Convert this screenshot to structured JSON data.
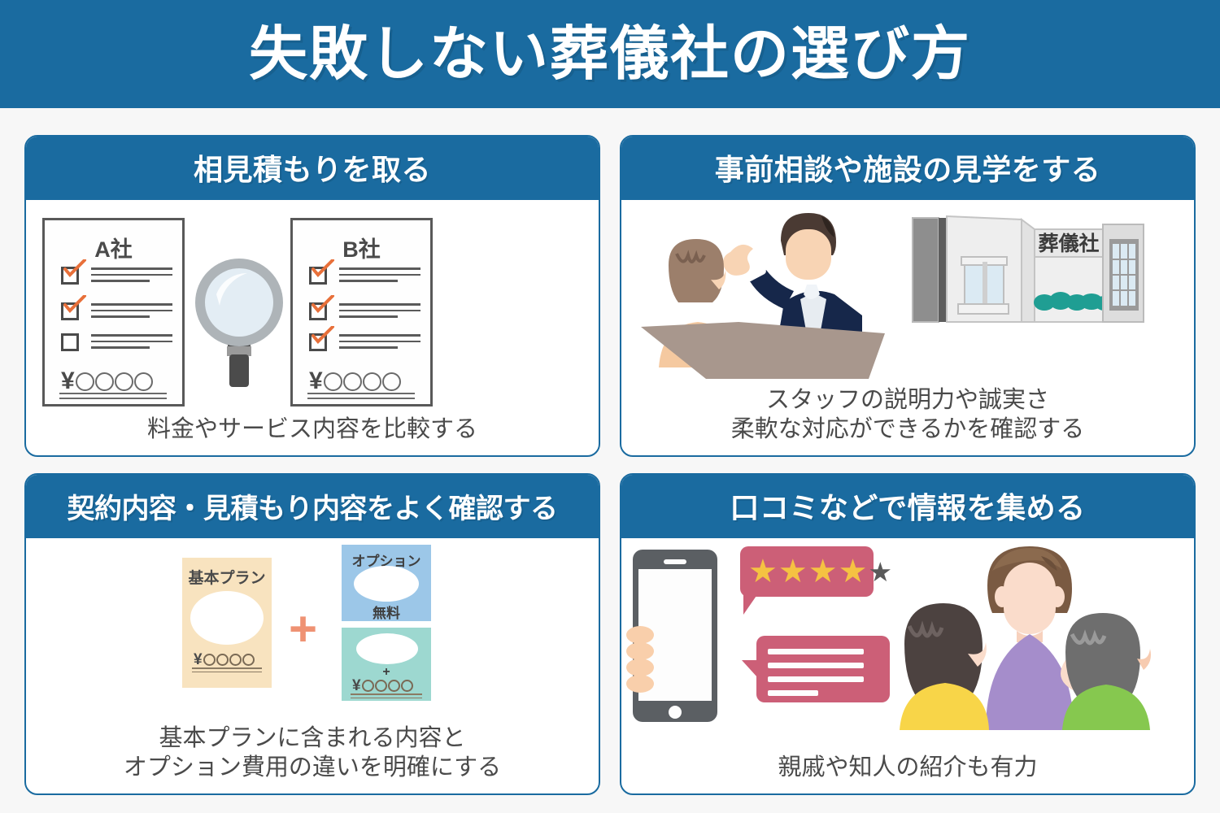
{
  "header": {
    "title": "失敗しない葬儀社の選び方",
    "bg_color": "#1a6ba0",
    "text_color": "#ffffff"
  },
  "theme": {
    "accent": "#1a6ba0",
    "page_bg": "#f7f7f7",
    "card_bg": "#ffffff",
    "caption_color": "#4a4a4a",
    "check_color": "#e8703a",
    "plus_color": "#ef9273",
    "star_on": "#f5c242",
    "star_off": "#5a5a5a",
    "bubble_color": "#cc5f77"
  },
  "cards": [
    {
      "id": "card-estimates",
      "header": "相見積もりを取る",
      "caption_line1": "料金やサービス内容を比較する",
      "caption_line2": "",
      "illustration": {
        "name": "two-quotes-with-magnifier",
        "documents": [
          {
            "title": "A社",
            "checks": [
              true,
              true,
              false
            ],
            "price_circles": 4,
            "price_symbol": "¥"
          },
          {
            "title": "B社",
            "checks": [
              true,
              true,
              true
            ],
            "price_circles": 4,
            "price_symbol": "¥"
          }
        ],
        "icons": [
          "magnifying-glass-icon"
        ]
      }
    },
    {
      "id": "card-consultation",
      "header": "事前相談や施設の見学をする",
      "caption_line1": "スタッフの説明力や誠実さ",
      "caption_line2": "柔軟な対応ができるかを確認する",
      "illustration": {
        "name": "staff-consultation-and-funeral-hall",
        "building_sign": "葬儀社",
        "icons": [
          "staff-person-icon",
          "client-person-icon",
          "funeral-hall-building-icon"
        ]
      }
    },
    {
      "id": "card-contract",
      "header": "契約内容・見積もり内容をよく確認する",
      "caption_line1": "基本プランに含まれる内容と",
      "caption_line2": "オプション費用の違いを明確にする",
      "illustration": {
        "name": "basic-plan-plus-options",
        "basic_plan_label": "基本プラン",
        "basic_plan_price_circles": 4,
        "option_label": "オプション",
        "option_free_label": "無料",
        "option_extra_symbol": "+",
        "option_price_circles": 4,
        "price_symbol": "¥",
        "plus_symbol": "+"
      }
    },
    {
      "id": "card-reviews",
      "header": "口コミなどで情報を集める",
      "caption_line1": "親戚や知人の紹介も有力",
      "caption_line2": "",
      "illustration": {
        "name": "smartphone-reviews-and-word-of-mouth",
        "rating_stars_filled": 4,
        "rating_stars_total": 5,
        "star_glyph": "★",
        "comment_lines": 4,
        "icons": [
          "smartphone-icon",
          "review-bubble-icon",
          "comment-bubble-icon",
          "people-talking-icon"
        ]
      }
    }
  ]
}
